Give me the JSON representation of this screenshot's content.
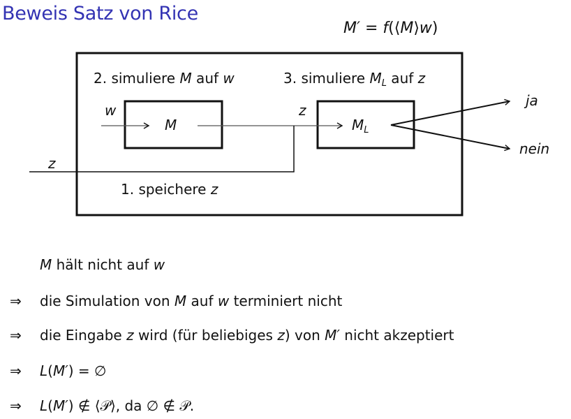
{
  "slide": {
    "title": "Beweis Satz von Rice",
    "formula": [
      {
        "t": "M′",
        "i": true
      },
      {
        "t": " = "
      },
      {
        "t": "f",
        "i": true
      },
      {
        "t": "(⟨"
      },
      {
        "t": "M",
        "i": true
      },
      {
        "t": "⟩"
      },
      {
        "t": "w",
        "i": true
      },
      {
        "t": ")"
      }
    ]
  },
  "diagram": {
    "step2_label": [
      {
        "t": "2. simuliere "
      },
      {
        "t": "M",
        "i": true
      },
      {
        "t": " auf "
      },
      {
        "t": "w",
        "i": true
      }
    ],
    "step3_label": [
      {
        "t": "3. simuliere "
      },
      {
        "t": "M",
        "i": true
      },
      {
        "t": "L",
        "i": true,
        "sub": true
      },
      {
        "t": " auf "
      },
      {
        "t": "z",
        "i": true
      }
    ],
    "step1_label": [
      {
        "t": "1. speichere "
      },
      {
        "t": "z",
        "i": true
      }
    ],
    "machine_m": [
      {
        "t": "M",
        "i": true
      }
    ],
    "machine_ml": [
      {
        "t": "M",
        "i": true
      },
      {
        "t": "L",
        "i": true,
        "sub": true
      }
    ],
    "input_w": [
      {
        "t": "w",
        "i": true
      }
    ],
    "input_z_outer": [
      {
        "t": "z",
        "i": true
      }
    ],
    "input_z_inner": [
      {
        "t": "z",
        "i": true
      }
    ],
    "output_yes": [
      {
        "t": "ja",
        "i": true
      }
    ],
    "output_no": [
      {
        "t": "nein",
        "i": true
      }
    ]
  },
  "proof": {
    "implies_symbol": "⇒",
    "lines": [
      [
        {
          "t": "M",
          "i": true
        },
        {
          "t": " hält nicht auf "
        },
        {
          "t": "w",
          "i": true
        }
      ],
      [
        {
          "t": "die Simulation von "
        },
        {
          "t": "M",
          "i": true
        },
        {
          "t": " auf "
        },
        {
          "t": "w",
          "i": true
        },
        {
          "t": " terminiert nicht"
        }
      ],
      [
        {
          "t": "die Eingabe "
        },
        {
          "t": "z",
          "i": true
        },
        {
          "t": " wird (für beliebiges "
        },
        {
          "t": "z",
          "i": true
        },
        {
          "t": ") von "
        },
        {
          "t": "M′",
          "i": true
        },
        {
          "t": " nicht akzeptiert"
        }
      ],
      [
        {
          "t": "L",
          "i": true
        },
        {
          "t": "("
        },
        {
          "t": "M′",
          "i": true
        },
        {
          "t": ") = ∅"
        }
      ],
      [
        {
          "t": "L",
          "i": true
        },
        {
          "t": "("
        },
        {
          "t": "M′",
          "i": true
        },
        {
          "t": ") ∉ ⟨"
        },
        {
          "t": "𝒫",
          "i": false
        },
        {
          "t": "⟩, da ∅ ∉ "
        },
        {
          "t": "𝒫"
        },
        {
          "t": "."
        }
      ]
    ]
  }
}
